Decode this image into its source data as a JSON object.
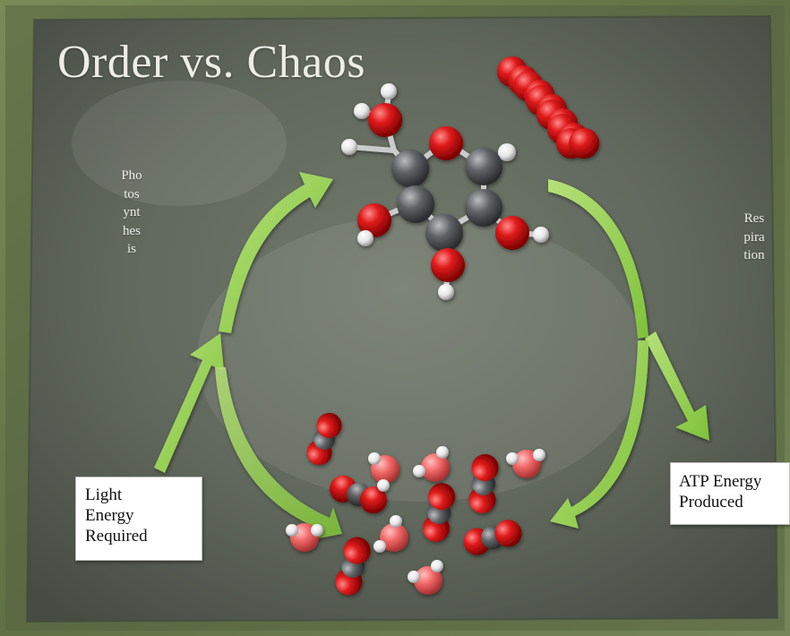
{
  "title": "Order vs. Chaos",
  "process_left": "Photosynthesis",
  "process_right": "Respiration",
  "box_light": [
    "Light",
    "Energy",
    "Required"
  ],
  "box_atp": [
    "ATP Energy",
    "Produced"
  ],
  "colors": {
    "board": "#5f655c",
    "frame": "#6f8052",
    "arrow": "#92d050",
    "oxygen": "#e0121a",
    "carbon": "#5a5c5e",
    "hydrogen": "#f2f2f2",
    "water_oxygen": "#f26f6f"
  }
}
